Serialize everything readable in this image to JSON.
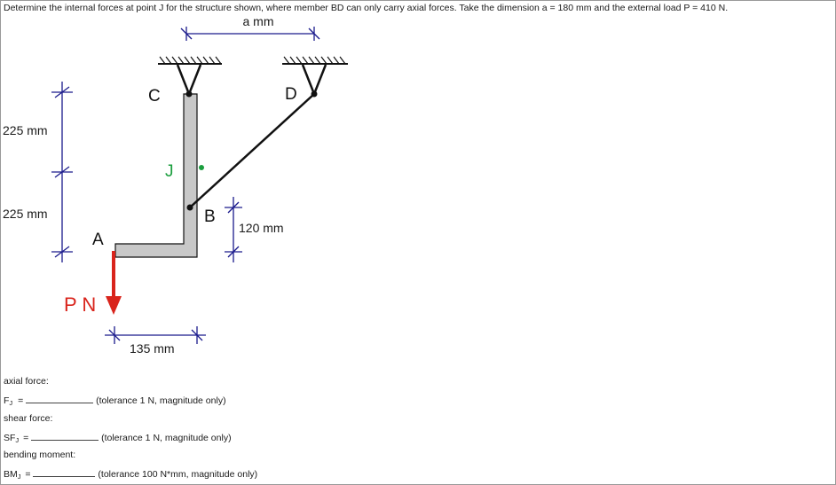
{
  "question": "Determine the internal forces at point J for the structure shown, where member BD can only carry axial forces. Take the dimension a = 180 mm and the external load P = 410 N.",
  "diagram": {
    "dim_a": "a mm",
    "dim_225_top": "225 mm",
    "dim_225_bottom": "225 mm",
    "dim_120": "120 mm",
    "dim_135": "135 mm",
    "label_C": "C",
    "label_D": "D",
    "label_J": "J",
    "label_B": "B",
    "label_A": "A",
    "load_label": "P N",
    "colors": {
      "dimension": "#1a1a8c",
      "load": "#d9241c",
      "point_J": "#1b9e3e",
      "member": "#c8c8c8"
    }
  },
  "answers": {
    "axial_heading": "axial force:",
    "axial_var": "F",
    "axial_sub": "J",
    "axial_eq": "=",
    "axial_note": "(tolerance 1 N, magnitude only)",
    "shear_heading": "shear force:",
    "shear_var": "SF",
    "shear_sub": "J",
    "shear_eq": "=",
    "shear_note": "(tolerance 1 N, magnitude only)",
    "moment_heading": "bending moment:",
    "moment_var": "BM",
    "moment_sub": "J",
    "moment_eq": "=",
    "moment_note": "(tolerance 100 N*mm, magnitude only)"
  }
}
